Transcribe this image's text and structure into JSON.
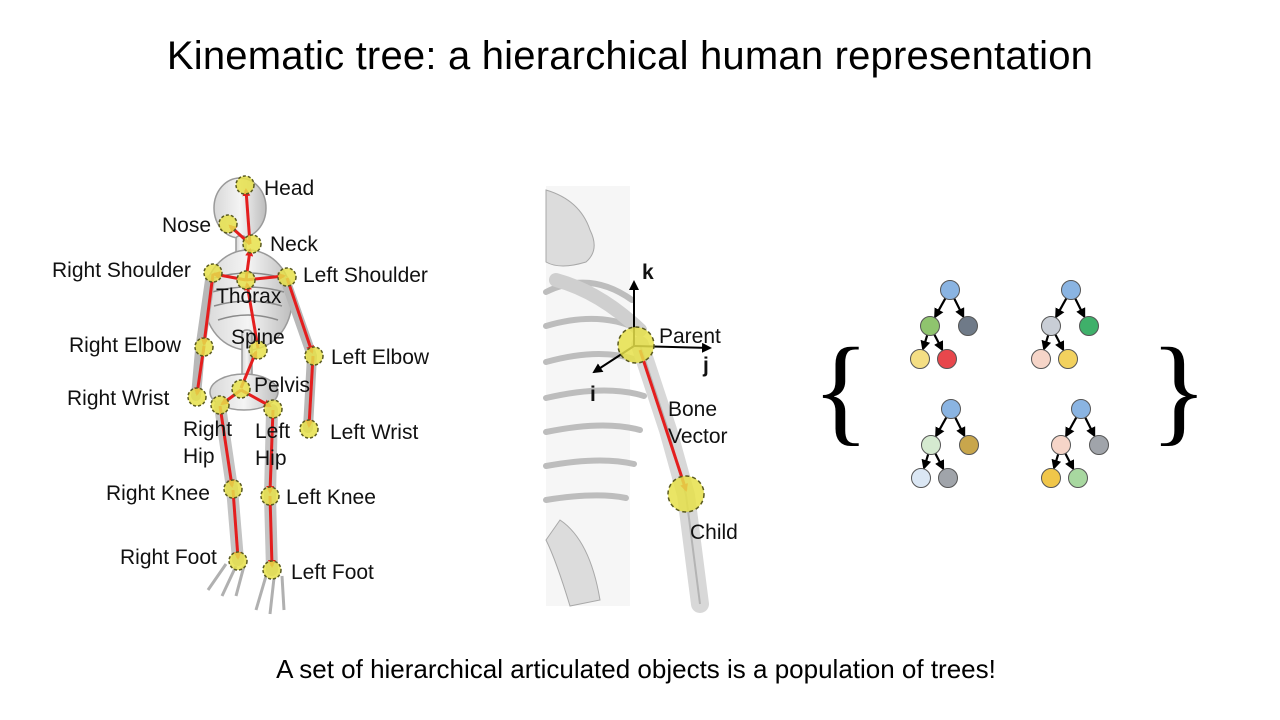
{
  "title": "Kinematic tree: a hierarchical human representation",
  "caption": "A set of hierarchical articulated objects is a population of trees!",
  "skeleton_labels": {
    "head": "Head",
    "nose": "Nose",
    "neck": "Neck",
    "right_shoulder": "Right Shoulder",
    "left_shoulder": "Left Shoulder",
    "thorax": "Thorax",
    "spine": "Spine",
    "right_elbow": "Right Elbow",
    "left_elbow": "Left Elbow",
    "pelvis": "Pelvis",
    "right_wrist": "Right Wrist",
    "left_wrist": "Left Wrist",
    "right_hip_1": "Right",
    "right_hip_2": "Hip",
    "left_hip_1": "Left",
    "left_hip_2": "Hip",
    "right_knee": "Right Knee",
    "left_knee": "Left Knee",
    "right_foot": "Right Foot",
    "left_foot": "Left Foot"
  },
  "bone_labels": {
    "axis_k": "k",
    "axis_j": "j",
    "axis_i": "i",
    "parent": "Parent",
    "bone_1": "Bone",
    "bone_2": "Vector",
    "child": "Child"
  },
  "brace_open": "{",
  "brace_close": "}",
  "colors": {
    "joint_fill": "#e6e04a",
    "joint_stroke": "#5a5a20",
    "bone_arrow": "#e41e1e",
    "root_node": "#8ab4e2"
  },
  "trees": [
    [
      "#8ab4e2",
      "#8fc46e",
      "#6f7a88",
      "#f4de84",
      "#e8474c"
    ],
    [
      "#8ab4e2",
      "#c9ced6",
      "#3fb06a",
      "#f6d5c8",
      "#f2d15e"
    ],
    [
      "#8ab4e2",
      "#d5ead0",
      "#c8a64c",
      "#dbe7f4",
      "#a0a4aa"
    ],
    [
      "#8ab4e2",
      "#f6d5c8",
      "#a0a4aa",
      "#f0c64a",
      "#a8d8a0"
    ]
  ]
}
